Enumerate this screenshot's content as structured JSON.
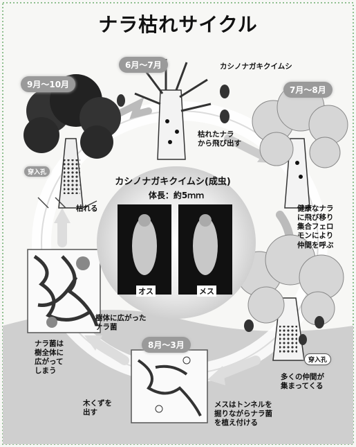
{
  "title": "ナラ枯れサイクル",
  "periods": {
    "top_left": "9月～10月",
    "top_center": "6月～7月",
    "right": "7月～8月",
    "bottom": "8月～3月"
  },
  "captions": {
    "beetle_top": "カシノナガキクイムシ",
    "emerge": "枯れたナラ\nから飛び出す",
    "attract": "健康なナラ\nに飛び移り\n集合フェロ\nモンにより\n仲間を呼ぶ",
    "gather": "多くの仲間が\n集まってくる",
    "female_tunnel": "メスはトンネルを\n掘りながらナラ菌\nを植え付ける",
    "frass": "木くずを\n出す",
    "fungus_spread": "樹体に広がった\nナラ菌",
    "fungus_whole": "ナラ菌は\n樹全体に\n広がって\nしまう",
    "withers": "枯れる",
    "hole_tag": "穿入孔",
    "hole_tag2": "穿入孔"
  },
  "center": {
    "title": "カシノナガキクイムシ(成虫)",
    "size": "体長：約5ｍｍ",
    "male": "オス",
    "female": "メス"
  }
}
